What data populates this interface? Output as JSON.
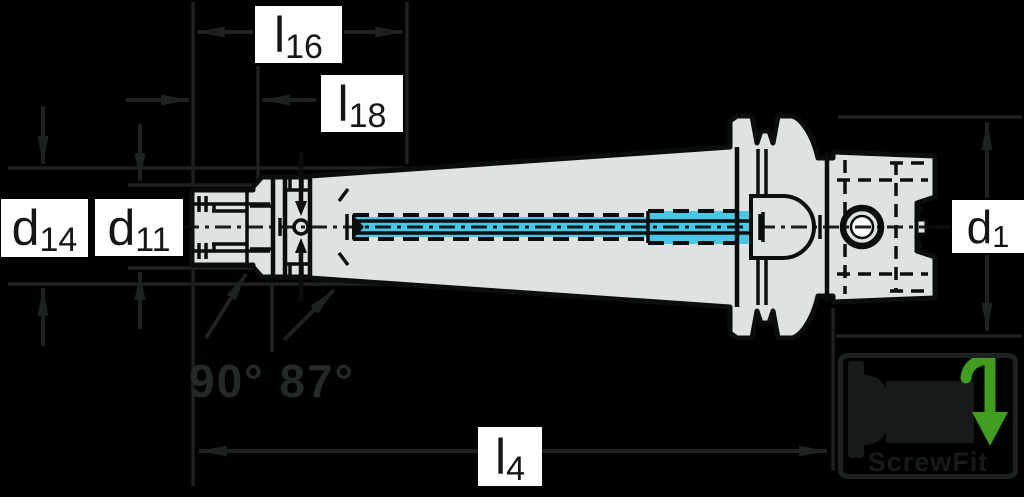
{
  "dimension_labels": {
    "l16": {
      "main": "l",
      "sub": "16"
    },
    "l18": {
      "main": "l",
      "sub": "18"
    },
    "d14": {
      "main": "d",
      "sub": "14"
    },
    "d11": {
      "main": "d",
      "sub": "11"
    },
    "d1": {
      "main": "d",
      "sub": "1"
    },
    "l4": {
      "main": "l",
      "sub": "4"
    }
  },
  "angle_annotation": "90° 87°",
  "logo": {
    "label": "ScrewFit"
  },
  "colors": {
    "background": "#000000",
    "dim_line": "#1d2121",
    "angle_text": "#232828",
    "body_fill": "#dde3e2",
    "body_stroke": "#0b0d0d",
    "coolant": "#49c7e6",
    "hole_fill": "#ffffff",
    "label_bg": "#ffffff",
    "label_text": "#161616",
    "logo_green": "#3f9e1d",
    "logo_dark": "#161a1a"
  }
}
